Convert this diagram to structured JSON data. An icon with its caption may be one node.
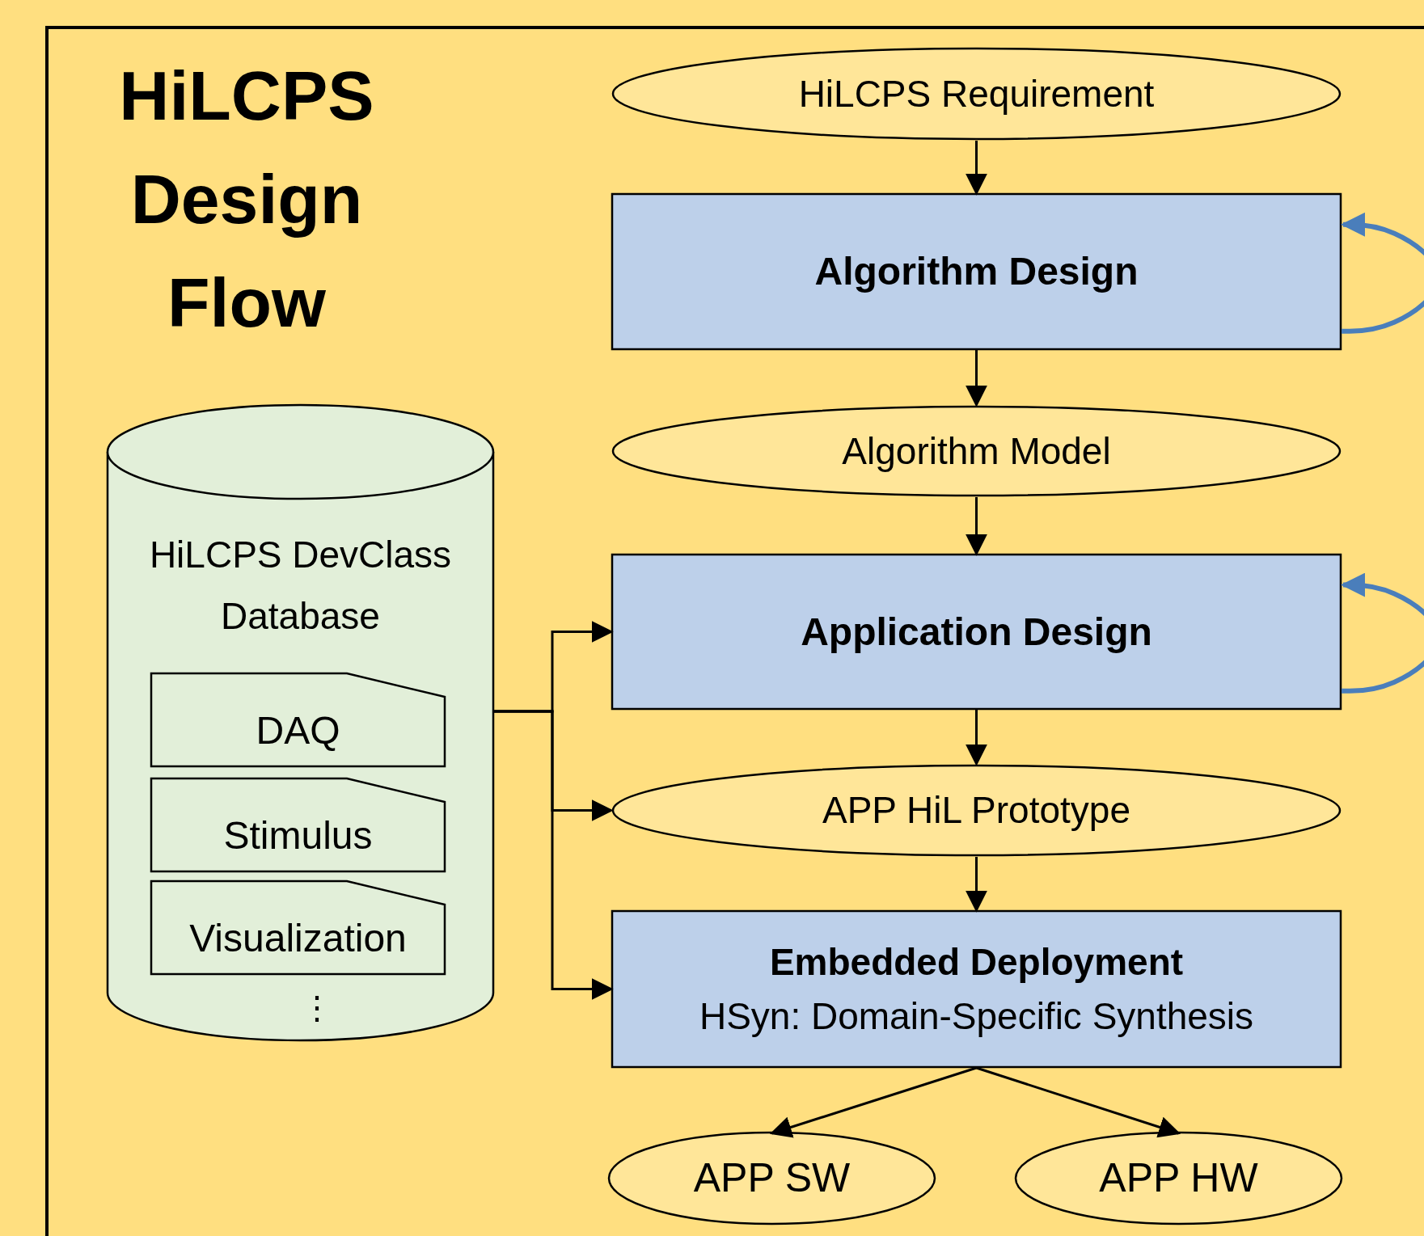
{
  "diagram": {
    "title": "HiLCPS Design Flow",
    "nodes": [
      {
        "text": [
          "HiLCPS Requirement"
        ]
      },
      {
        "text": [
          "Algorithm Design"
        ]
      },
      {
        "text": [
          "Algorithm Model"
        ]
      },
      {
        "text": [
          "Application Design"
        ]
      },
      {
        "text": [
          "APP HiL Prototype"
        ]
      },
      {
        "text": [
          "Embedded Deployment",
          "HSyn: Domain-Specific Synthesis"
        ]
      },
      {
        "text": [
          "HiLCPS DevClass Database"
        ]
      },
      {
        "text": [
          "DAQ"
        ],
        "in": 6
      },
      {
        "text": [
          "Stimulus"
        ],
        "in": 6
      },
      {
        "text": [
          "Visualization"
        ],
        "in": 6
      },
      {
        "text": [
          "APP SW"
        ]
      },
      {
        "text": [
          "APP HW"
        ]
      }
    ],
    "edges": [
      {
        "from": 0,
        "to": 1,
        "arrow": "to"
      },
      {
        "from": 1,
        "to": 2,
        "arrow": "to"
      },
      {
        "from": 2,
        "to": 3,
        "arrow": "to"
      },
      {
        "from": 3,
        "to": 4,
        "arrow": "to"
      },
      {
        "from": 4,
        "to": 5,
        "arrow": "to"
      },
      {
        "from": 1,
        "to": 1,
        "arrow": "to",
        "style": "thick",
        "color": "#4a7ebb"
      },
      {
        "from": 3,
        "to": 3,
        "arrow": "to",
        "style": "thick",
        "color": "#4a7ebb"
      },
      {
        "from": 6,
        "to": 3,
        "arrow": "to"
      },
      {
        "from": 6,
        "to": 4,
        "arrow": "to"
      },
      {
        "from": 6,
        "to": 5,
        "arrow": "to"
      },
      {
        "from": 5,
        "to": 10,
        "arrow": "to"
      },
      {
        "from": 5,
        "to": 11,
        "arrow": "to"
      }
    ],
    "labels": [
      "⋮"
    ]
  }
}
